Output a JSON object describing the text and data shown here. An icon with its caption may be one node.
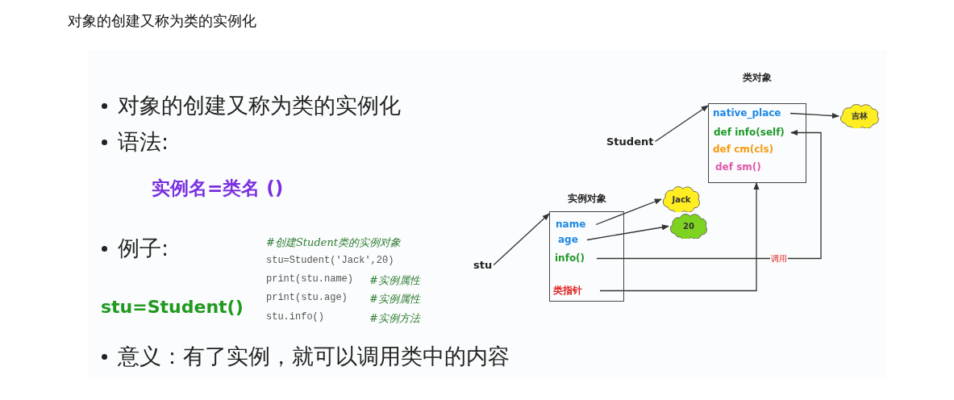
{
  "diagram": {
    "title": "对象的创建又称为类的实例化",
    "nodes": [
      {
        "text": [
          "类对象"
        ]
      },
      {
        "text": [
          "native_place"
        ],
        "in": 0
      },
      {
        "text": [
          "def info(self)"
        ],
        "in": 0
      },
      {
        "text": [
          "def cm(cls)"
        ],
        "in": 0
      },
      {
        "text": [
          "def sm()"
        ],
        "in": 0
      },
      {
        "text": [
          "Student"
        ]
      },
      {
        "text": [
          "吉林"
        ]
      },
      {
        "text": [
          "实例对象"
        ]
      },
      {
        "text": [
          "name"
        ],
        "in": 7
      },
      {
        "text": [
          "age"
        ],
        "in": 7
      },
      {
        "text": [
          "info()"
        ],
        "in": 7
      },
      {
        "text": [
          "类指针"
        ],
        "in": 7
      },
      {
        "text": [
          "stu"
        ]
      },
      {
        "text": [
          "Jack"
        ]
      },
      {
        "text": [
          "20"
        ]
      }
    ],
    "edges": [
      {
        "from": 5,
        "to": 0,
        "arrow": "to"
      },
      {
        "from": 1,
        "to": 6,
        "arrow": "to"
      },
      {
        "from": 10,
        "to": 2,
        "arrow": "to",
        "label": "调用"
      },
      {
        "from": 11,
        "to": 0,
        "arrow": "to"
      },
      {
        "from": 12,
        "to": 7,
        "arrow": "to"
      },
      {
        "from": 8,
        "to": 13,
        "arrow": "to"
      },
      {
        "from": 9,
        "to": 14,
        "arrow": "to"
      }
    ],
    "labels": [
      "对象的创建又称为类的实例化",
      "语法:",
      "实例名=类名 ()",
      "例子:",
      "#创建Student类的实例对象",
      "stu=Student('Jack',20)",
      "print(stu.name)",
      "#实例属性",
      "print(stu.age)",
      "#实例属性",
      "stu.info()",
      "#实例方法",
      "stu=Student()",
      "意义：有了实例，就可以调用类中的内容"
    ]
  }
}
